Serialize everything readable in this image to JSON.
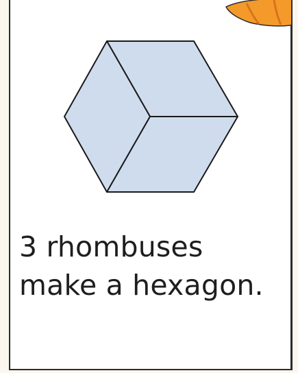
{
  "caption": {
    "line1": "3 rhombuses",
    "line2": "make a hexagon."
  },
  "colors": {
    "background": "#fbf7ee",
    "card": "#ffffff",
    "card_border": "#2b2b2b",
    "shape_fill": "#cfdcee",
    "shape_stroke": "#1a1a1a",
    "decoration_orange": "#f39a2b",
    "decoration_dark_orange": "#d8731a",
    "text": "#1e1e1e"
  },
  "shapes": [
    {
      "name": "top-rhombus"
    },
    {
      "name": "left-rhombus"
    },
    {
      "name": "right-rhombus"
    }
  ]
}
